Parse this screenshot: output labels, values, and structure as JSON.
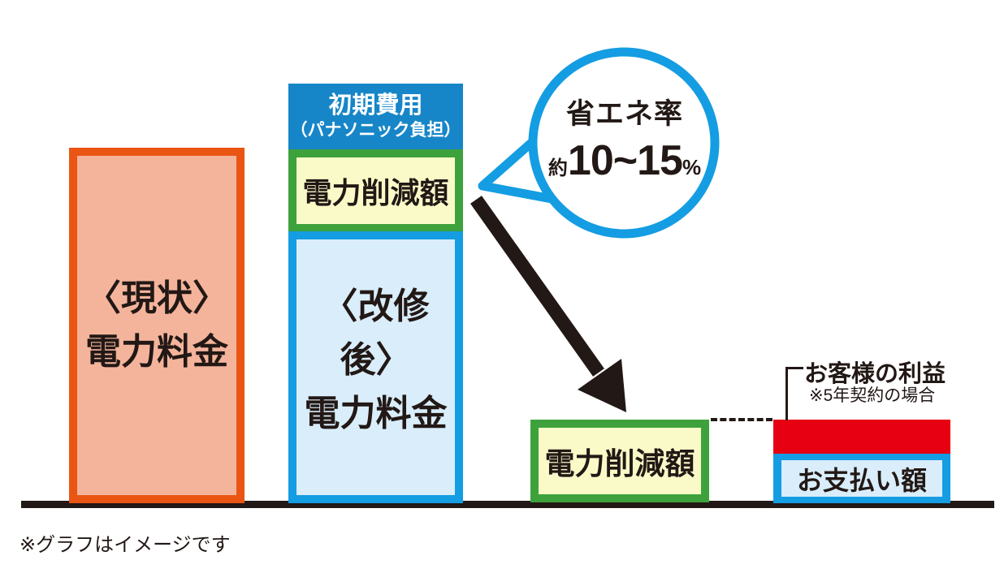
{
  "bar_current": {
    "line1": "〈現状〉",
    "line2": "電力料金"
  },
  "bar_after": {
    "header_line1": "初期費用",
    "header_line2": "（パナソニック負担）",
    "savings_label": "電力削減額",
    "body_line1": "〈改修後〉",
    "body_line2": "電力料金"
  },
  "bubble": {
    "title": "省エネ率",
    "approx": "約",
    "range": "10~15",
    "percent": "%"
  },
  "savings_box": {
    "label": "電力削減額"
  },
  "customer": {
    "profit_label": "お客様の利益",
    "profit_note": "※5年契約の場合",
    "payment_label": "お支払い額"
  },
  "footnote": "※グラフはイメージです",
  "colors": {
    "accent_blue": "#149DE2",
    "header_blue": "#1786C8",
    "orange_border": "#EA5514",
    "salmon_fill": "#F4B49C",
    "green_border": "#3EA23C",
    "pale_yellow_fill": "#FAFAC8",
    "light_blue_fill": "#D9EDFA",
    "red": "#E60012",
    "ink": "#221815"
  },
  "chart_data": {
    "type": "bar",
    "title": "",
    "note": "※グラフはイメージです",
    "value_unit": "relative height (現状の電力料金 = 100, illustrative — no numeric axis shown)",
    "grid": false,
    "legend": false,
    "categories": [
      "〈現状〉電力料金",
      "〈改修後〉電力料金",
      "電力削減額",
      "お支払い額"
    ],
    "bars": [
      {
        "category": "〈現状〉電力料金",
        "segments": [
          {
            "label": "電力料金",
            "value": 100,
            "fill": "#F4B49C",
            "border": "#EA5514"
          }
        ]
      },
      {
        "category": "〈改修後〉電力料金",
        "top_label": "初期費用（パナソニック負担）",
        "segments": [
          {
            "label": "電力削減額",
            "value": 23,
            "fill": "#FAFAC8",
            "border": "#3EA23C"
          },
          {
            "label": "電力料金",
            "value": 77,
            "fill": "#D9EDFA",
            "border": "#149DE2"
          }
        ]
      },
      {
        "category": "電力削減額",
        "segments": [
          {
            "label": "電力削減額",
            "value": 23,
            "fill": "#FAFAC8",
            "border": "#3EA23C"
          }
        ]
      },
      {
        "category": "お支払い額",
        "segments": [
          {
            "label": "お客様の利益 ※5年契約の場合",
            "value": 10,
            "fill": "#E60012"
          },
          {
            "label": "お支払い額",
            "value": 14,
            "fill": "#D9EDFA",
            "border": "#149DE2"
          }
        ]
      }
    ],
    "annotations": [
      {
        "text": "省エネ率 約10~15%",
        "type": "speech-bubble",
        "attached_to": "電力削減額"
      },
      {
        "text": "お客様の利益 ※5年契約の場合",
        "type": "callout",
        "attached_to": "お支払い額 red segment"
      }
    ]
  }
}
